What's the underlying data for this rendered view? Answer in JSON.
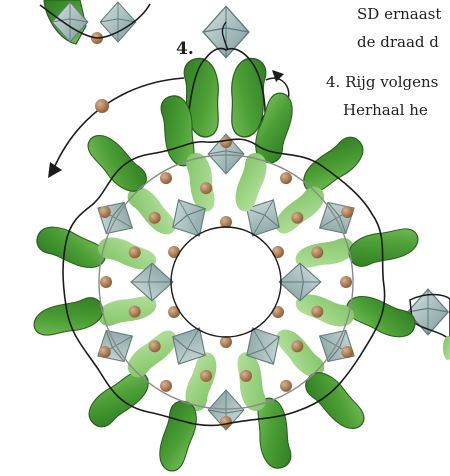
{
  "step_label": "4.",
  "text_lines": [
    "SD ernaast",
    "de draad d",
    "4. Rijg volgens",
    "Herhaal he"
  ],
  "colors": {
    "leaf_dark": "#3f8f2e",
    "leaf_mid": "#5fb043",
    "leaf_light": "#9ad17e",
    "crystal": "#a9c0bf",
    "crystal_dark": "#6f8d8c",
    "bead": "#a9784d",
    "thread": "#1b1b1b",
    "thread_grey": "#8a8a8a"
  },
  "icons": [
    "leaf-bead-icon",
    "crystal-bicone-icon",
    "seed-bead-icon",
    "arrow-icon"
  ]
}
